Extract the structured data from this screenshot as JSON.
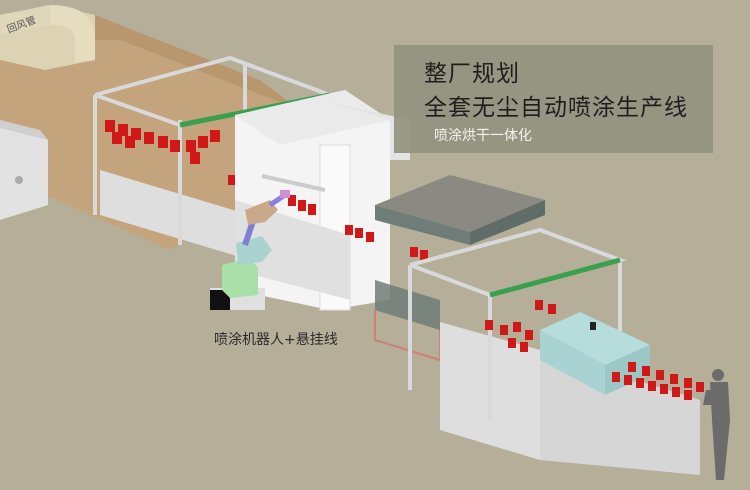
{
  "overlay": {
    "title_line1": "整厂规划",
    "title_line2": "全套无尘自动喷涂生产线",
    "subtitle": "喷涂烘干一体化"
  },
  "labels": {
    "robot_label": "喷涂机器人+悬挂线",
    "duct_label": "回风管"
  },
  "colors": {
    "background": "#b5af9a",
    "wall": "#c4a47c",
    "title_box": "#949280",
    "product_red": "#d01818",
    "rail_green": "#3aa050",
    "booth_white": "#f4f4f4",
    "oven_teal": "#a9d3d3",
    "dryer_grey": "#6f7d78"
  },
  "scene": {
    "components": [
      "return-air-duct",
      "loading-gantry-1",
      "spray-booth",
      "spray-robot",
      "drying-oven",
      "unloading-gantry-2",
      "curing-tunnel",
      "operator-figure"
    ]
  }
}
